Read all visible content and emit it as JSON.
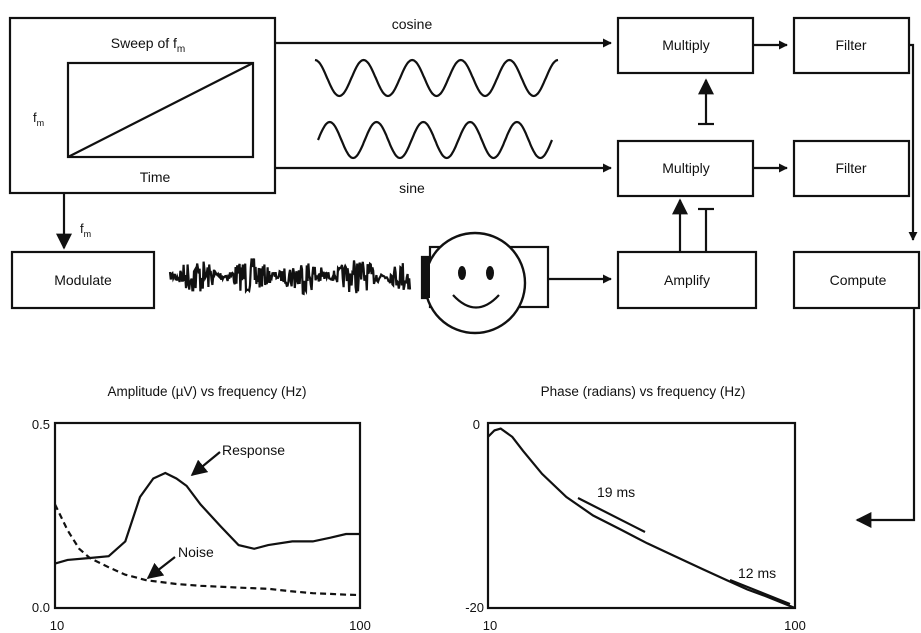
{
  "diagram": {
    "sweep_title": "Sweep of f",
    "sweep_title_sub": "m",
    "sweep_x_label": "Time",
    "sweep_y_label": "f",
    "sweep_y_label_sub": "m",
    "fm_arrow_label": "f",
    "fm_arrow_label_sub": "m",
    "cosine_label": "cosine",
    "sine_label": "sine",
    "modulate_label": "Modulate",
    "multiply_top_label": "Multiply",
    "multiply_bottom_label": "Multiply",
    "filter_top_label": "Filter",
    "filter_bottom_label": "Filter",
    "amplify_label": "Amplify",
    "compute_label": "Compute"
  },
  "chart_data": [
    {
      "type": "line",
      "title": "Amplitude (µV) vs frequency (Hz)",
      "x_scale": "log",
      "xlim": [
        10,
        100
      ],
      "ylim": [
        0.0,
        0.5
      ],
      "x_tick_labels": [
        "10",
        "100"
      ],
      "y_tick_labels": [
        "0.5",
        "0.0"
      ],
      "series": [
        {
          "name": "Response",
          "style": "solid",
          "x": [
            10,
            11,
            13,
            15,
            17,
            19,
            21,
            23,
            25,
            27,
            30,
            35,
            40,
            45,
            50,
            60,
            70,
            80,
            90,
            100
          ],
          "y": [
            0.12,
            0.13,
            0.135,
            0.14,
            0.18,
            0.3,
            0.35,
            0.365,
            0.35,
            0.33,
            0.28,
            0.22,
            0.17,
            0.16,
            0.17,
            0.18,
            0.18,
            0.19,
            0.2,
            0.2
          ]
        },
        {
          "name": "Noise",
          "style": "dashed",
          "x": [
            10,
            11,
            12,
            13,
            15,
            17,
            20,
            25,
            30,
            40,
            50,
            60,
            70,
            80,
            90,
            100
          ],
          "y": [
            0.28,
            0.21,
            0.16,
            0.135,
            0.11,
            0.09,
            0.075,
            0.065,
            0.06,
            0.055,
            0.052,
            0.045,
            0.04,
            0.038,
            0.036,
            0.035
          ]
        }
      ]
    },
    {
      "type": "line",
      "title": "Phase (radians) vs frequency (Hz)",
      "x_scale": "log",
      "xlim": [
        10,
        100
      ],
      "ylim": [
        -20,
        0
      ],
      "x_tick_labels": [
        "10",
        "100"
      ],
      "y_tick_labels": [
        "0",
        "-20"
      ],
      "series": [
        {
          "style": "solid",
          "x": [
            10,
            10.5,
            11,
            12,
            13,
            15,
            18,
            22,
            27,
            33,
            40,
            50,
            60,
            70,
            80,
            90,
            100
          ],
          "y": [
            -1.5,
            -0.8,
            -0.6,
            -1.5,
            -3,
            -5.5,
            -8,
            -10,
            -11.5,
            -13,
            -14.3,
            -15.8,
            -17,
            -18,
            -18.7,
            -19.4,
            -20
          ]
        }
      ],
      "annotations": [
        "19 ms",
        "12 ms"
      ]
    }
  ]
}
